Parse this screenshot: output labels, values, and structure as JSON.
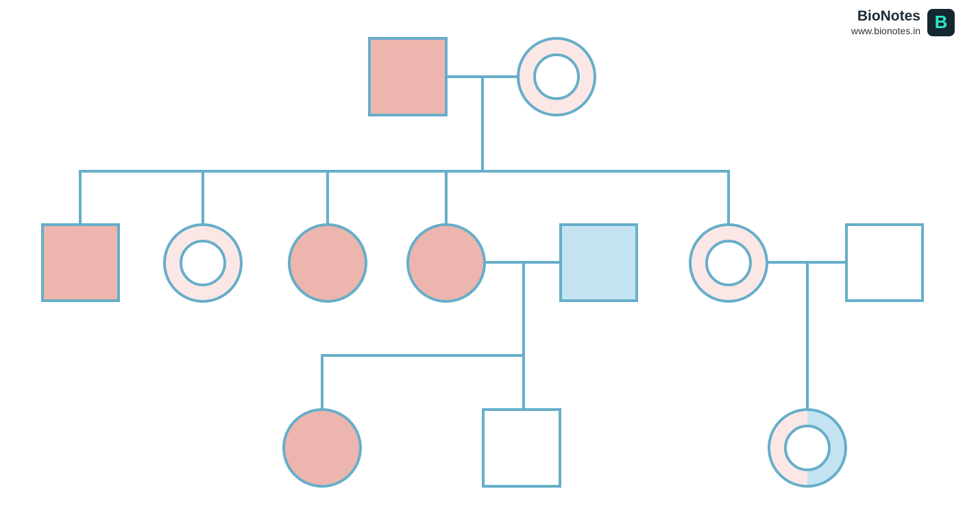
{
  "brand": {
    "name": "BioNotes",
    "url": "www.bionotes.in",
    "logo_letter": "B"
  },
  "colors": {
    "line": "#66aec9",
    "affected": "#ecb5ad",
    "carrier_ring": "#fbe8e6",
    "blue_fill": "#c4e3f2",
    "white": "#ffffff",
    "brand_dark": "#16262f",
    "brand_accent": "#2ee6c9"
  },
  "pedigree": {
    "generations": 3,
    "individuals": [
      {
        "id": "I-1",
        "generation": 1,
        "sex": "male",
        "phenotype": "affected-pink"
      },
      {
        "id": "I-2",
        "generation": 1,
        "sex": "female",
        "phenotype": "carrier-ring-pink"
      },
      {
        "id": "II-1",
        "generation": 2,
        "sex": "male",
        "phenotype": "affected-pink"
      },
      {
        "id": "II-2",
        "generation": 2,
        "sex": "female",
        "phenotype": "carrier-ring-pink"
      },
      {
        "id": "II-3",
        "generation": 2,
        "sex": "female",
        "phenotype": "affected-pink"
      },
      {
        "id": "II-4",
        "generation": 2,
        "sex": "female",
        "phenotype": "affected-pink"
      },
      {
        "id": "II-5",
        "generation": 2,
        "sex": "male",
        "phenotype": "affected-blue"
      },
      {
        "id": "II-6",
        "generation": 2,
        "sex": "female",
        "phenotype": "carrier-ring-pink"
      },
      {
        "id": "II-7",
        "generation": 2,
        "sex": "male",
        "phenotype": "unaffected"
      },
      {
        "id": "III-1",
        "generation": 3,
        "sex": "female",
        "phenotype": "affected-pink"
      },
      {
        "id": "III-2",
        "generation": 3,
        "sex": "male",
        "phenotype": "unaffected"
      },
      {
        "id": "III-3",
        "generation": 3,
        "sex": "female",
        "phenotype": "carrier-ring-half-pink-half-blue"
      }
    ],
    "matings": [
      {
        "partners": [
          "I-1",
          "I-2"
        ],
        "children": [
          "II-1",
          "II-2",
          "II-3",
          "II-4",
          "II-6"
        ]
      },
      {
        "partners": [
          "II-4",
          "II-5"
        ],
        "children": [
          "III-1",
          "III-2"
        ]
      },
      {
        "partners": [
          "II-6",
          "II-7"
        ],
        "children": [
          "III-3"
        ]
      }
    ]
  }
}
